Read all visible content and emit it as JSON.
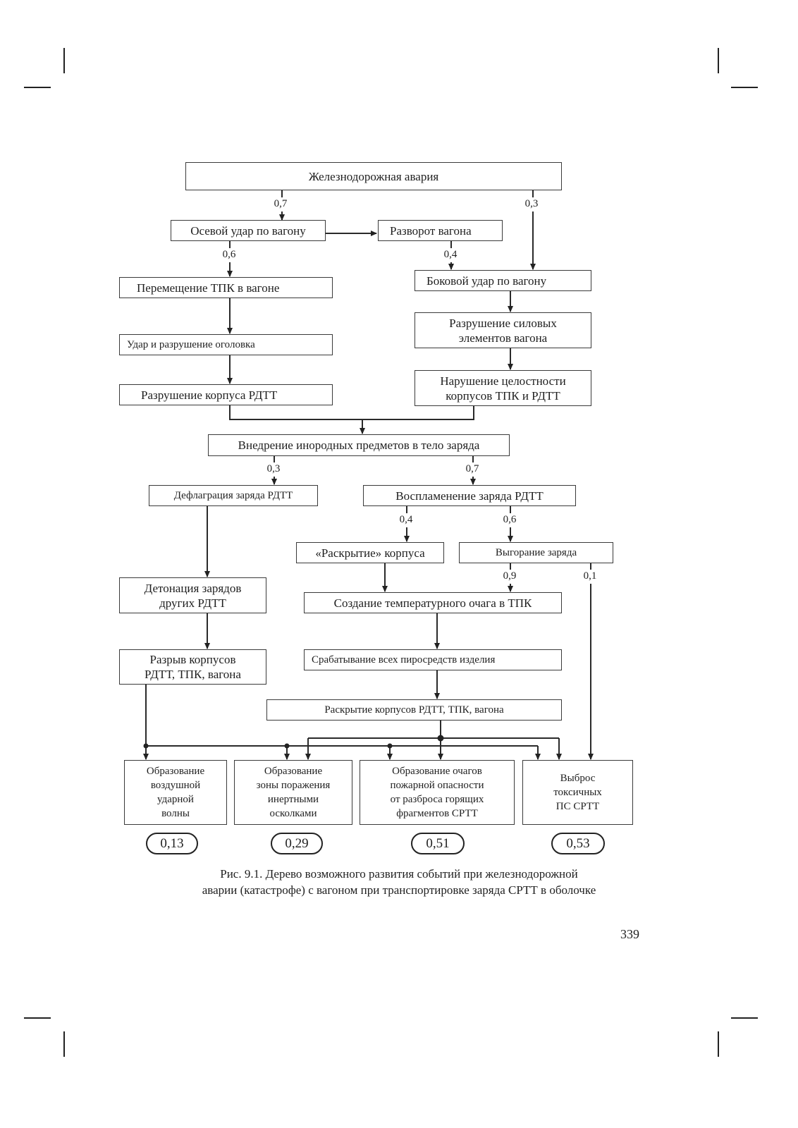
{
  "diagram": {
    "nodes": {
      "n1": "Железнодорожная авария",
      "n2": "Осевой удар по вагону",
      "n3": "Разворот вагона",
      "n4": "Перемещение ТПК в вагоне",
      "n5": "Боковой удар по вагону",
      "n6": "Удар и разрушение оголовка",
      "n7": "Разрушение силовых\nэлементов вагона",
      "n8": "Разрушение корпуса РДТТ",
      "n9": "Нарушение целостности\nкорпусов ТПК и РДТТ",
      "n10": "Внедрение инородных предметов в тело заряда",
      "n11": "Дефлаграция заряда РДТТ",
      "n12": "Воспламенение заряда РДТТ",
      "n13": "«Раскрытие» корпуса",
      "n14": "Выгорание заряда",
      "n15": "Детонация зарядов\nдругих РДТТ",
      "n16": "Создание температурного очага в ТПК",
      "n17": "Разрыв корпусов\nРДТТ, ТПК, вагона",
      "n18": "Срабатывание всех пиросредств изделия",
      "n19": "Раскрытие корпусов РДТТ, ТПК, вагона",
      "n20": "Образование\nвоздушной\nударной\nволны",
      "n21": "Образование\nзоны поражения\nинертными\nосколками",
      "n22": "Образование очагов\nпожарной опасности\nот разброса горящих\nфрагментов СРТТ",
      "n23": "Выброс\nтоксичных\nПС СРТТ"
    },
    "probabilities": {
      "p1": "0,7",
      "p2": "0,3",
      "p3": "0,6",
      "p4": "0,4",
      "p5": "0,3",
      "p6": "0,7",
      "p7": "0,4",
      "p8": "0,6",
      "p9": "0,9",
      "p10": "0,1"
    },
    "results": [
      "0,13",
      "0,29",
      "0,51",
      "0,53"
    ]
  },
  "caption": {
    "line1": "Рис. 9.1. Дерево возможного развития событий при железнодорожной",
    "line2": "аварии (катастрофе) с вагоном при транспортировке заряда СРТТ в оболочке"
  },
  "page_number": "339"
}
